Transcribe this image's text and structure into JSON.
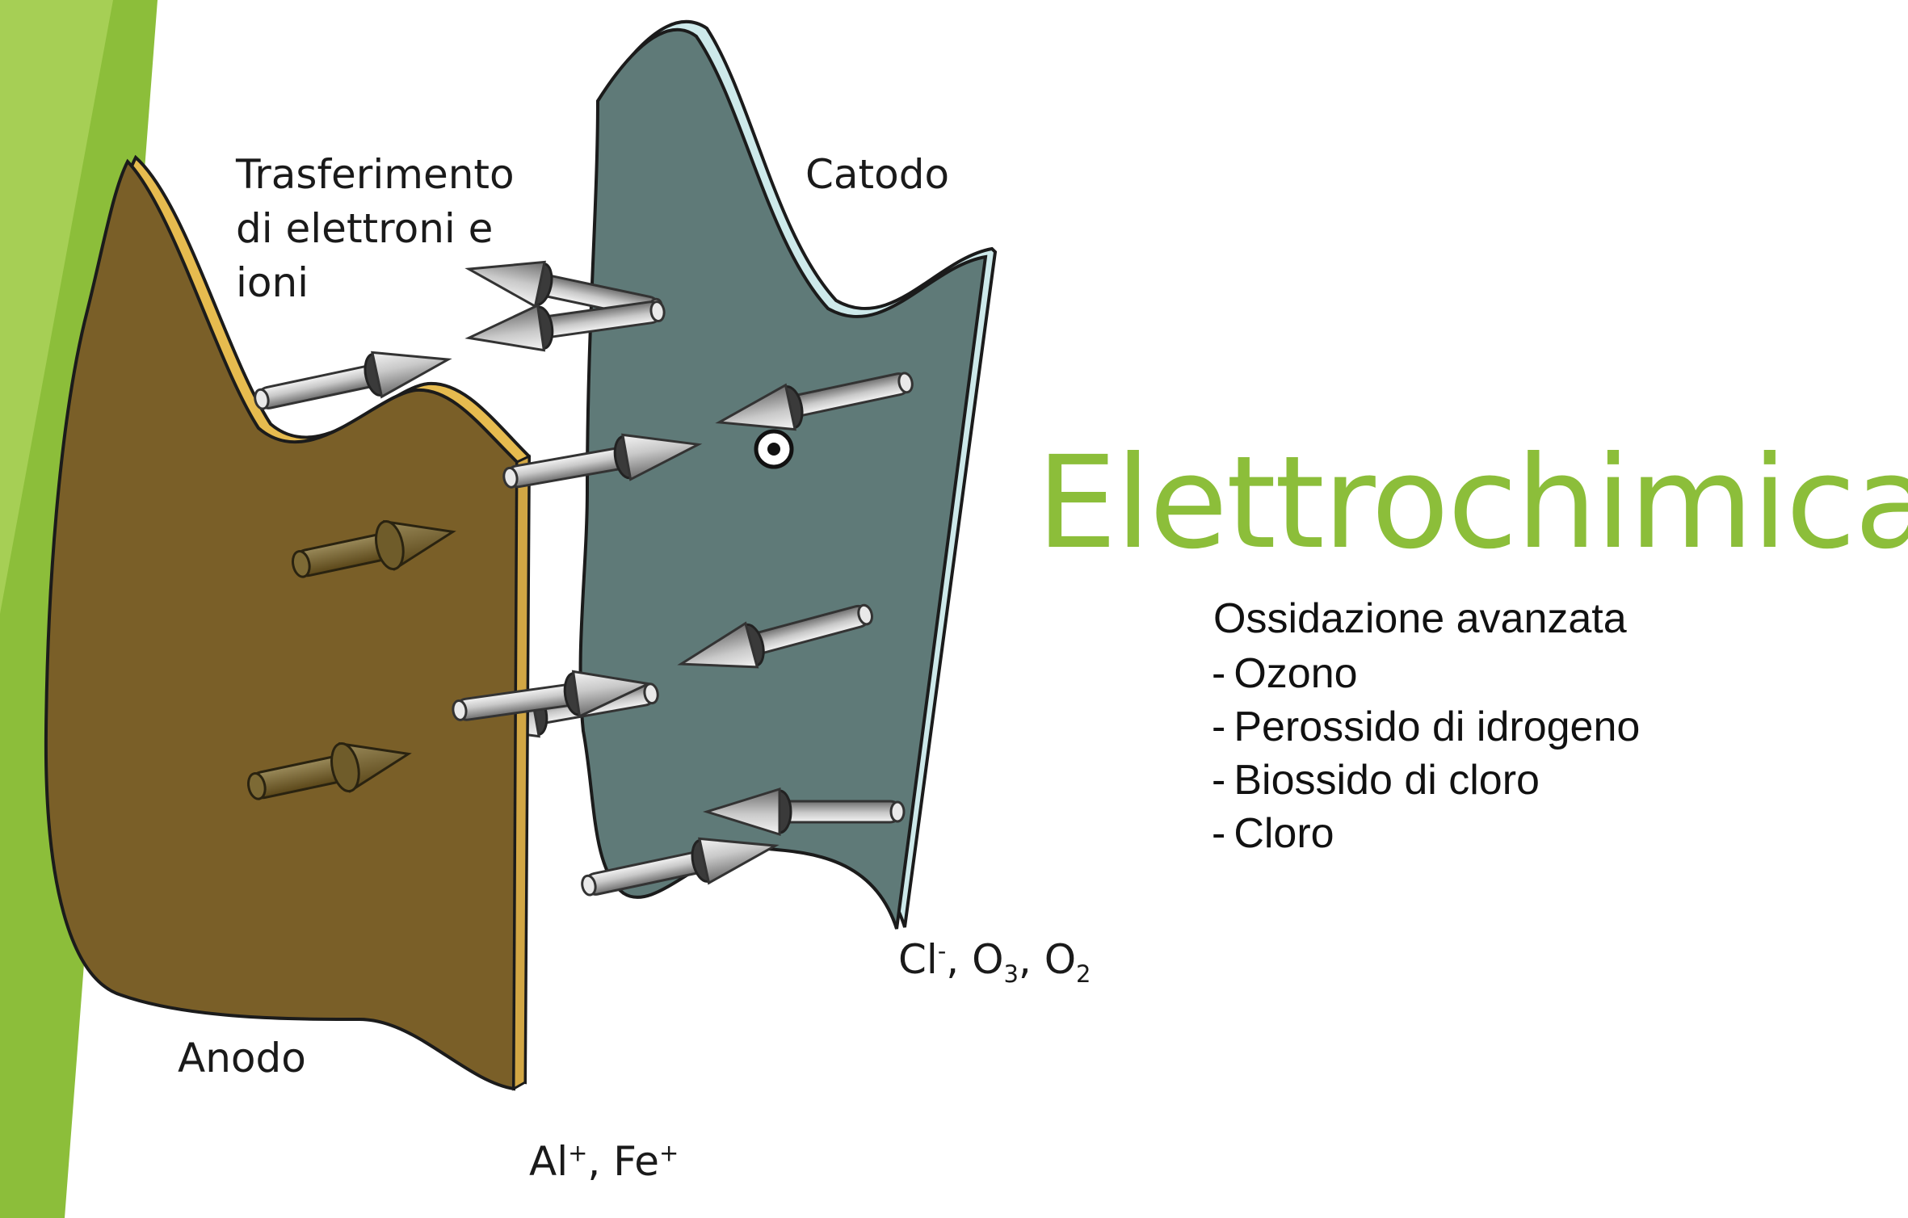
{
  "title": "Elettrochimica",
  "labels": {
    "transfer": [
      "Trasferimento",
      "di elettroni e",
      "ioni"
    ],
    "cathode": "Catodo",
    "anode": "Anodo",
    "cathode_species": {
      "cl": "Cl",
      "cl_charge": "-",
      "o3": "O",
      "o3_sub": "3",
      "o2": "O",
      "o2_sub": "2",
      "sep": ", "
    },
    "anode_species": {
      "al": "Al",
      "al_charge": "+",
      "fe": "Fe",
      "fe_charge": "+",
      "sep": ", "
    }
  },
  "processes": {
    "heading": "Ossidazione avanzata",
    "bullet_marker": "-",
    "items": [
      "Ozono",
      "Perossido di idrogeno",
      "Biossido di cloro",
      "Cloro"
    ]
  },
  "colors": {
    "accent_green": "#8cbe3a",
    "anode_plate": "#7a5f28",
    "anode_edge": "#e6bb4f",
    "cathode_plate": "#5f7a78",
    "cathode_edge": "#cde9ea",
    "arrow_metal": "#c9c9c9"
  }
}
